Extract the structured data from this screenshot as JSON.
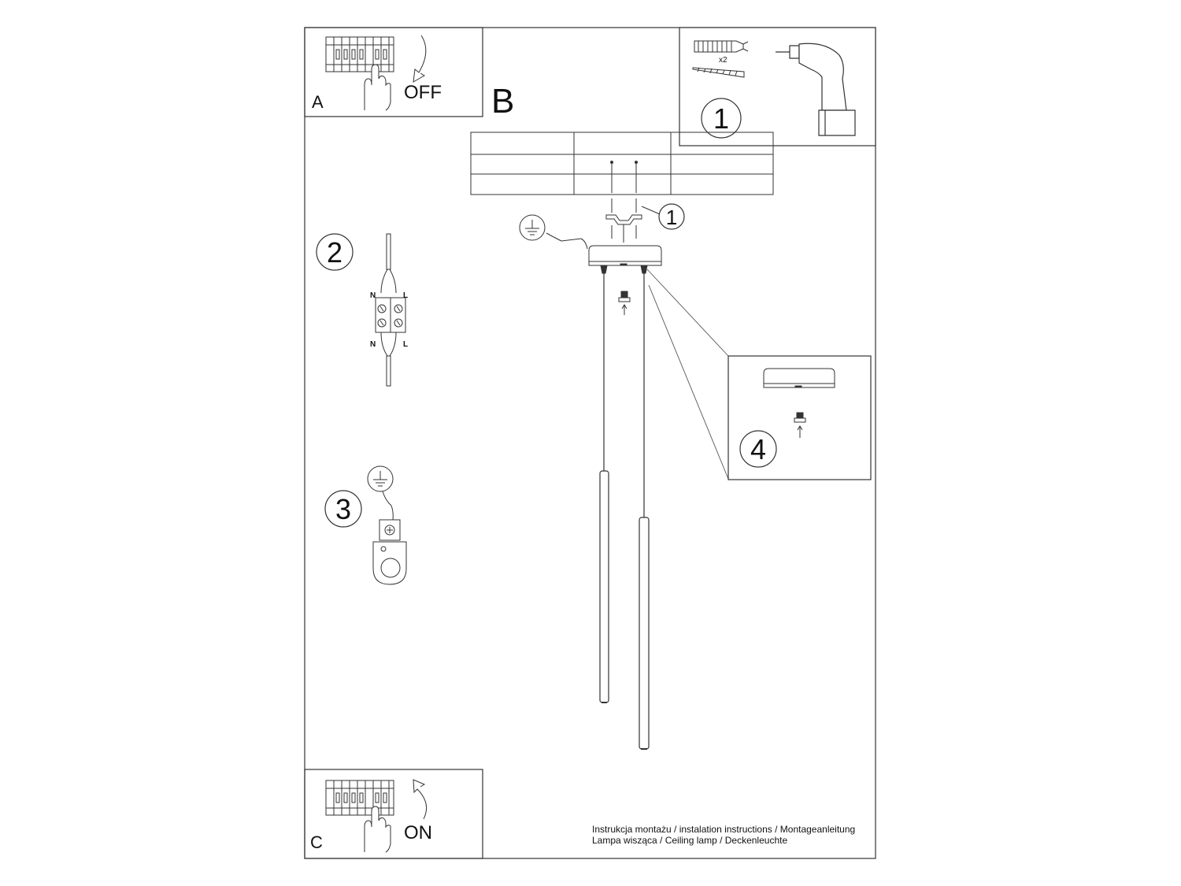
{
  "panels": {
    "a": {
      "letter": "A",
      "state": "OFF"
    },
    "b": {
      "letter": "B"
    },
    "c": {
      "letter": "C",
      "state": "ON"
    }
  },
  "steps": {
    "s1": "1",
    "s1b": "1",
    "s2": "2",
    "s3": "3",
    "s4": "4"
  },
  "hardware": {
    "qty": "x2"
  },
  "wiring": {
    "n_top": "N",
    "l_top": "L",
    "n_bottom": "N",
    "l_bottom": "L"
  },
  "footer": {
    "line1": "Instrukcja montażu / instalation instructions / Montageanleitung",
    "line2": "Lampa wisząca / Ceiling lamp / Deckenleuchte"
  },
  "colors": {
    "ink": "#111111",
    "line": "#333333",
    "paper": "#ffffff"
  }
}
